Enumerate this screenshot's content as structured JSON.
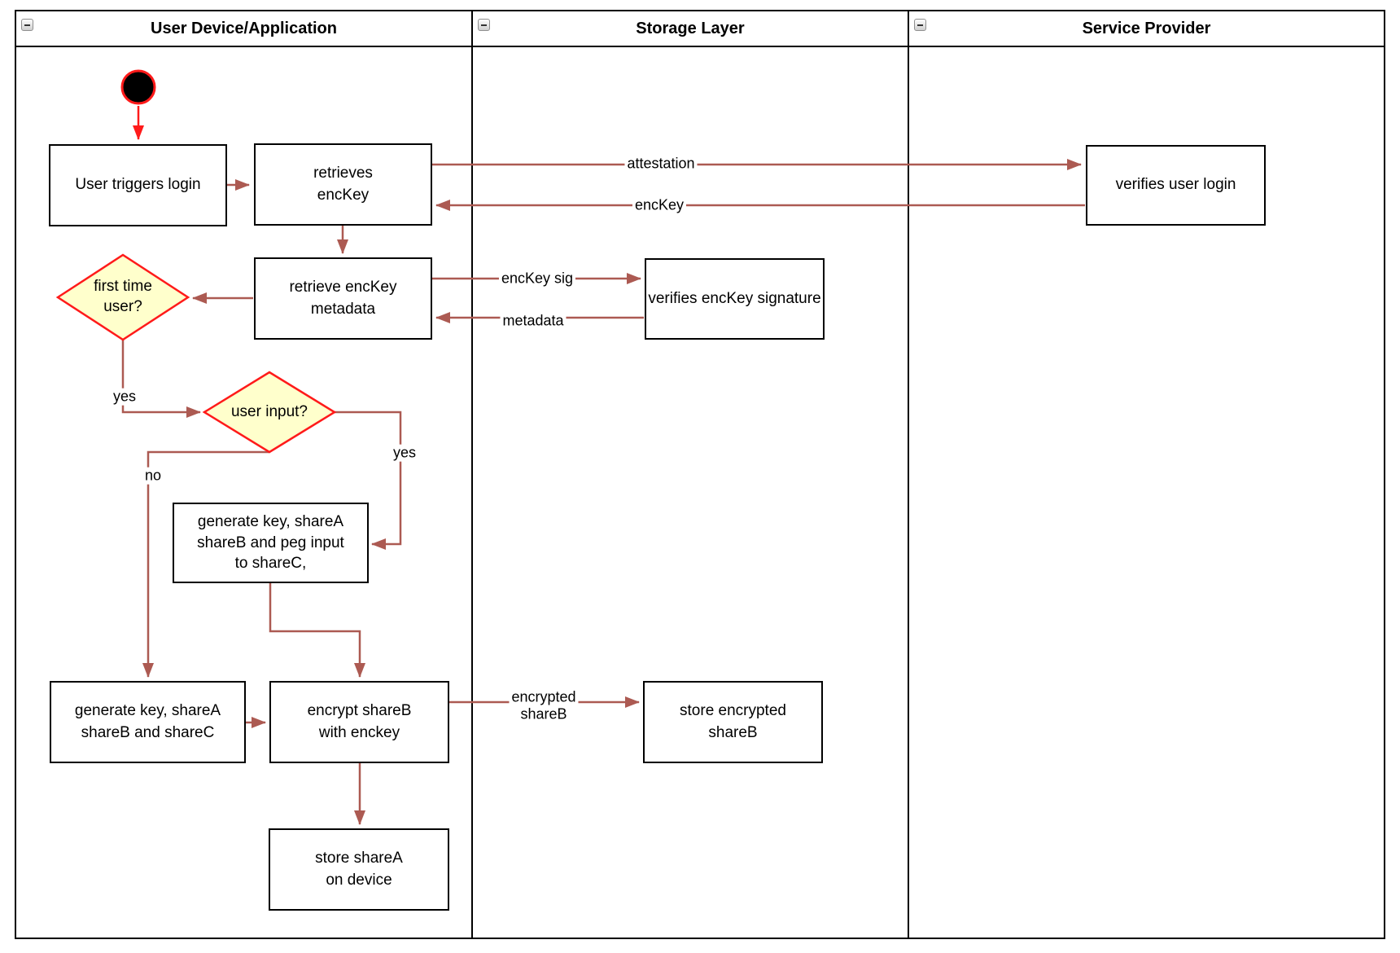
{
  "lanes": [
    {
      "title": "User Device/Application"
    },
    {
      "title": "Storage Layer"
    },
    {
      "title": "Service Provider"
    }
  ],
  "nodes": {
    "start": {
      "type": "initial-node"
    },
    "user_triggers_login": {
      "label": "User triggers login"
    },
    "retrieves_enckey": {
      "label": "retrieves\nencKey"
    },
    "verifies_user_login": {
      "label": "verifies user login"
    },
    "retrieve_enckey_metadata": {
      "label": "retrieve encKey\nmetadata"
    },
    "verifies_enckey_signature": {
      "label": "verifies encKey signature"
    },
    "first_time_user": {
      "label": "first time\nuser?"
    },
    "user_input": {
      "label": "user input?"
    },
    "generate_key_peg_input": {
      "label": "generate key, shareA\nshareB and peg input\nto shareC,"
    },
    "generate_key_abc": {
      "label": "generate key, shareA\nshareB and shareC"
    },
    "encrypt_shareb": {
      "label": "encrypt shareB\nwith enckey"
    },
    "store_encrypted_shareb": {
      "label": "store encrypted\nshareB"
    },
    "store_sharea": {
      "label": "store shareA\non device"
    }
  },
  "edge_labels": {
    "attestation": "attestation",
    "enckey": "encKey",
    "enckey_sig": "encKey sig",
    "metadata": "metadata",
    "yes_first_time": "yes",
    "yes_user_input": "yes",
    "no_user_input": "no",
    "encrypted_shareb": "encrypted\nshareB"
  },
  "colors": {
    "arrow": "#ac5a52",
    "accent_red": "#ff1a1a",
    "decision_fill": "#ffffcc",
    "border": "#000000"
  }
}
